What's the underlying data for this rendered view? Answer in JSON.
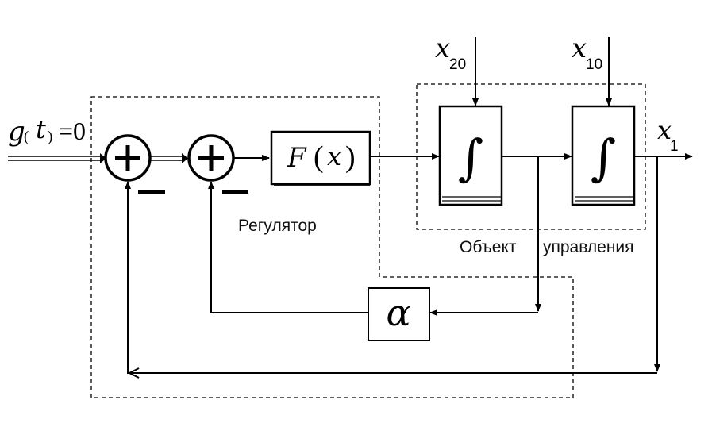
{
  "input": {
    "g": "g",
    "paren_open": "(",
    "t": "t",
    "paren_close": ")",
    "eq": "=0"
  },
  "sum1": {
    "symbol": "+",
    "minus": "−"
  },
  "sum2": {
    "symbol": "+",
    "minus": "−"
  },
  "nonlinear_block": {
    "f": "F",
    "paren_open": "(",
    "x": "x",
    "paren_close": ")"
  },
  "integrator1": {
    "symbol": "∫",
    "ic_var": "x",
    "ic_sub": "20"
  },
  "integrator2": {
    "symbol": "∫",
    "ic_var": "x",
    "ic_sub": "10"
  },
  "output": {
    "var": "x",
    "sub": "1"
  },
  "feedback_gain": {
    "symbol": "α"
  },
  "regulator_label": "Регулятор",
  "plant_label": {
    "word1": "Объект",
    "word2": "управления"
  }
}
